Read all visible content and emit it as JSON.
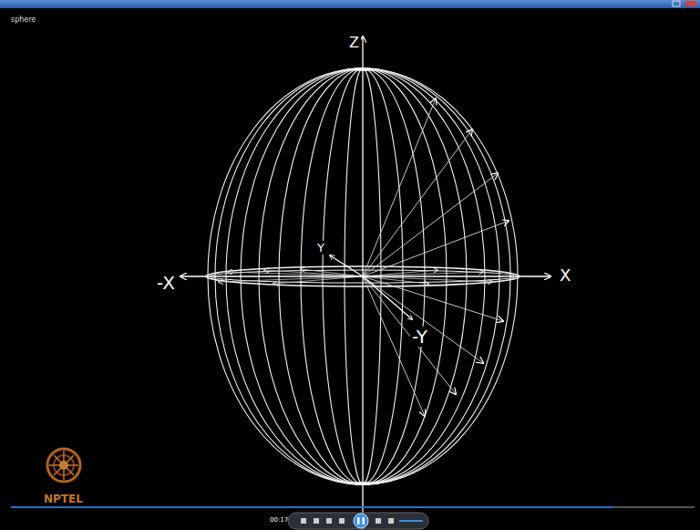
{
  "diagram": {
    "labels": [
      "sphere",
      "Z",
      "-X",
      "X",
      "Y",
      "-Y",
      "NPTEL",
      "00:17"
    ]
  }
}
